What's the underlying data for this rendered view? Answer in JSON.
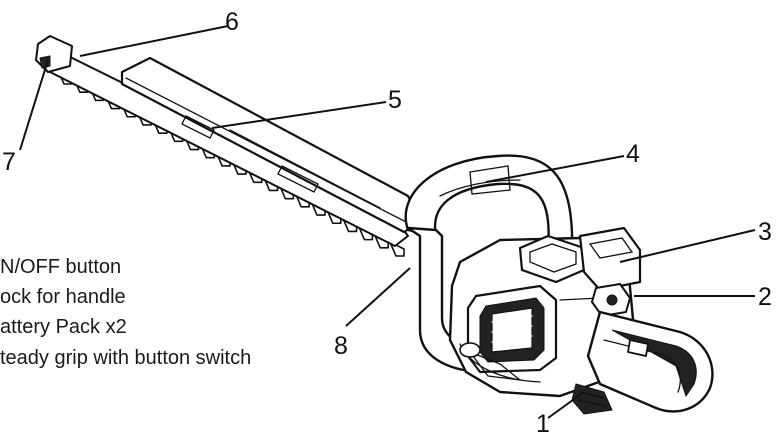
{
  "callouts": [
    "1",
    "2",
    "3",
    "4",
    "5",
    "6",
    "7",
    "8"
  ],
  "legend": [
    "N/OFF button",
    "ock for handle",
    "attery Pack x2",
    "teady grip with button switch"
  ],
  "colors": {
    "line": "#111111",
    "text": "#1a1a1a",
    "background": "#ffffff"
  }
}
